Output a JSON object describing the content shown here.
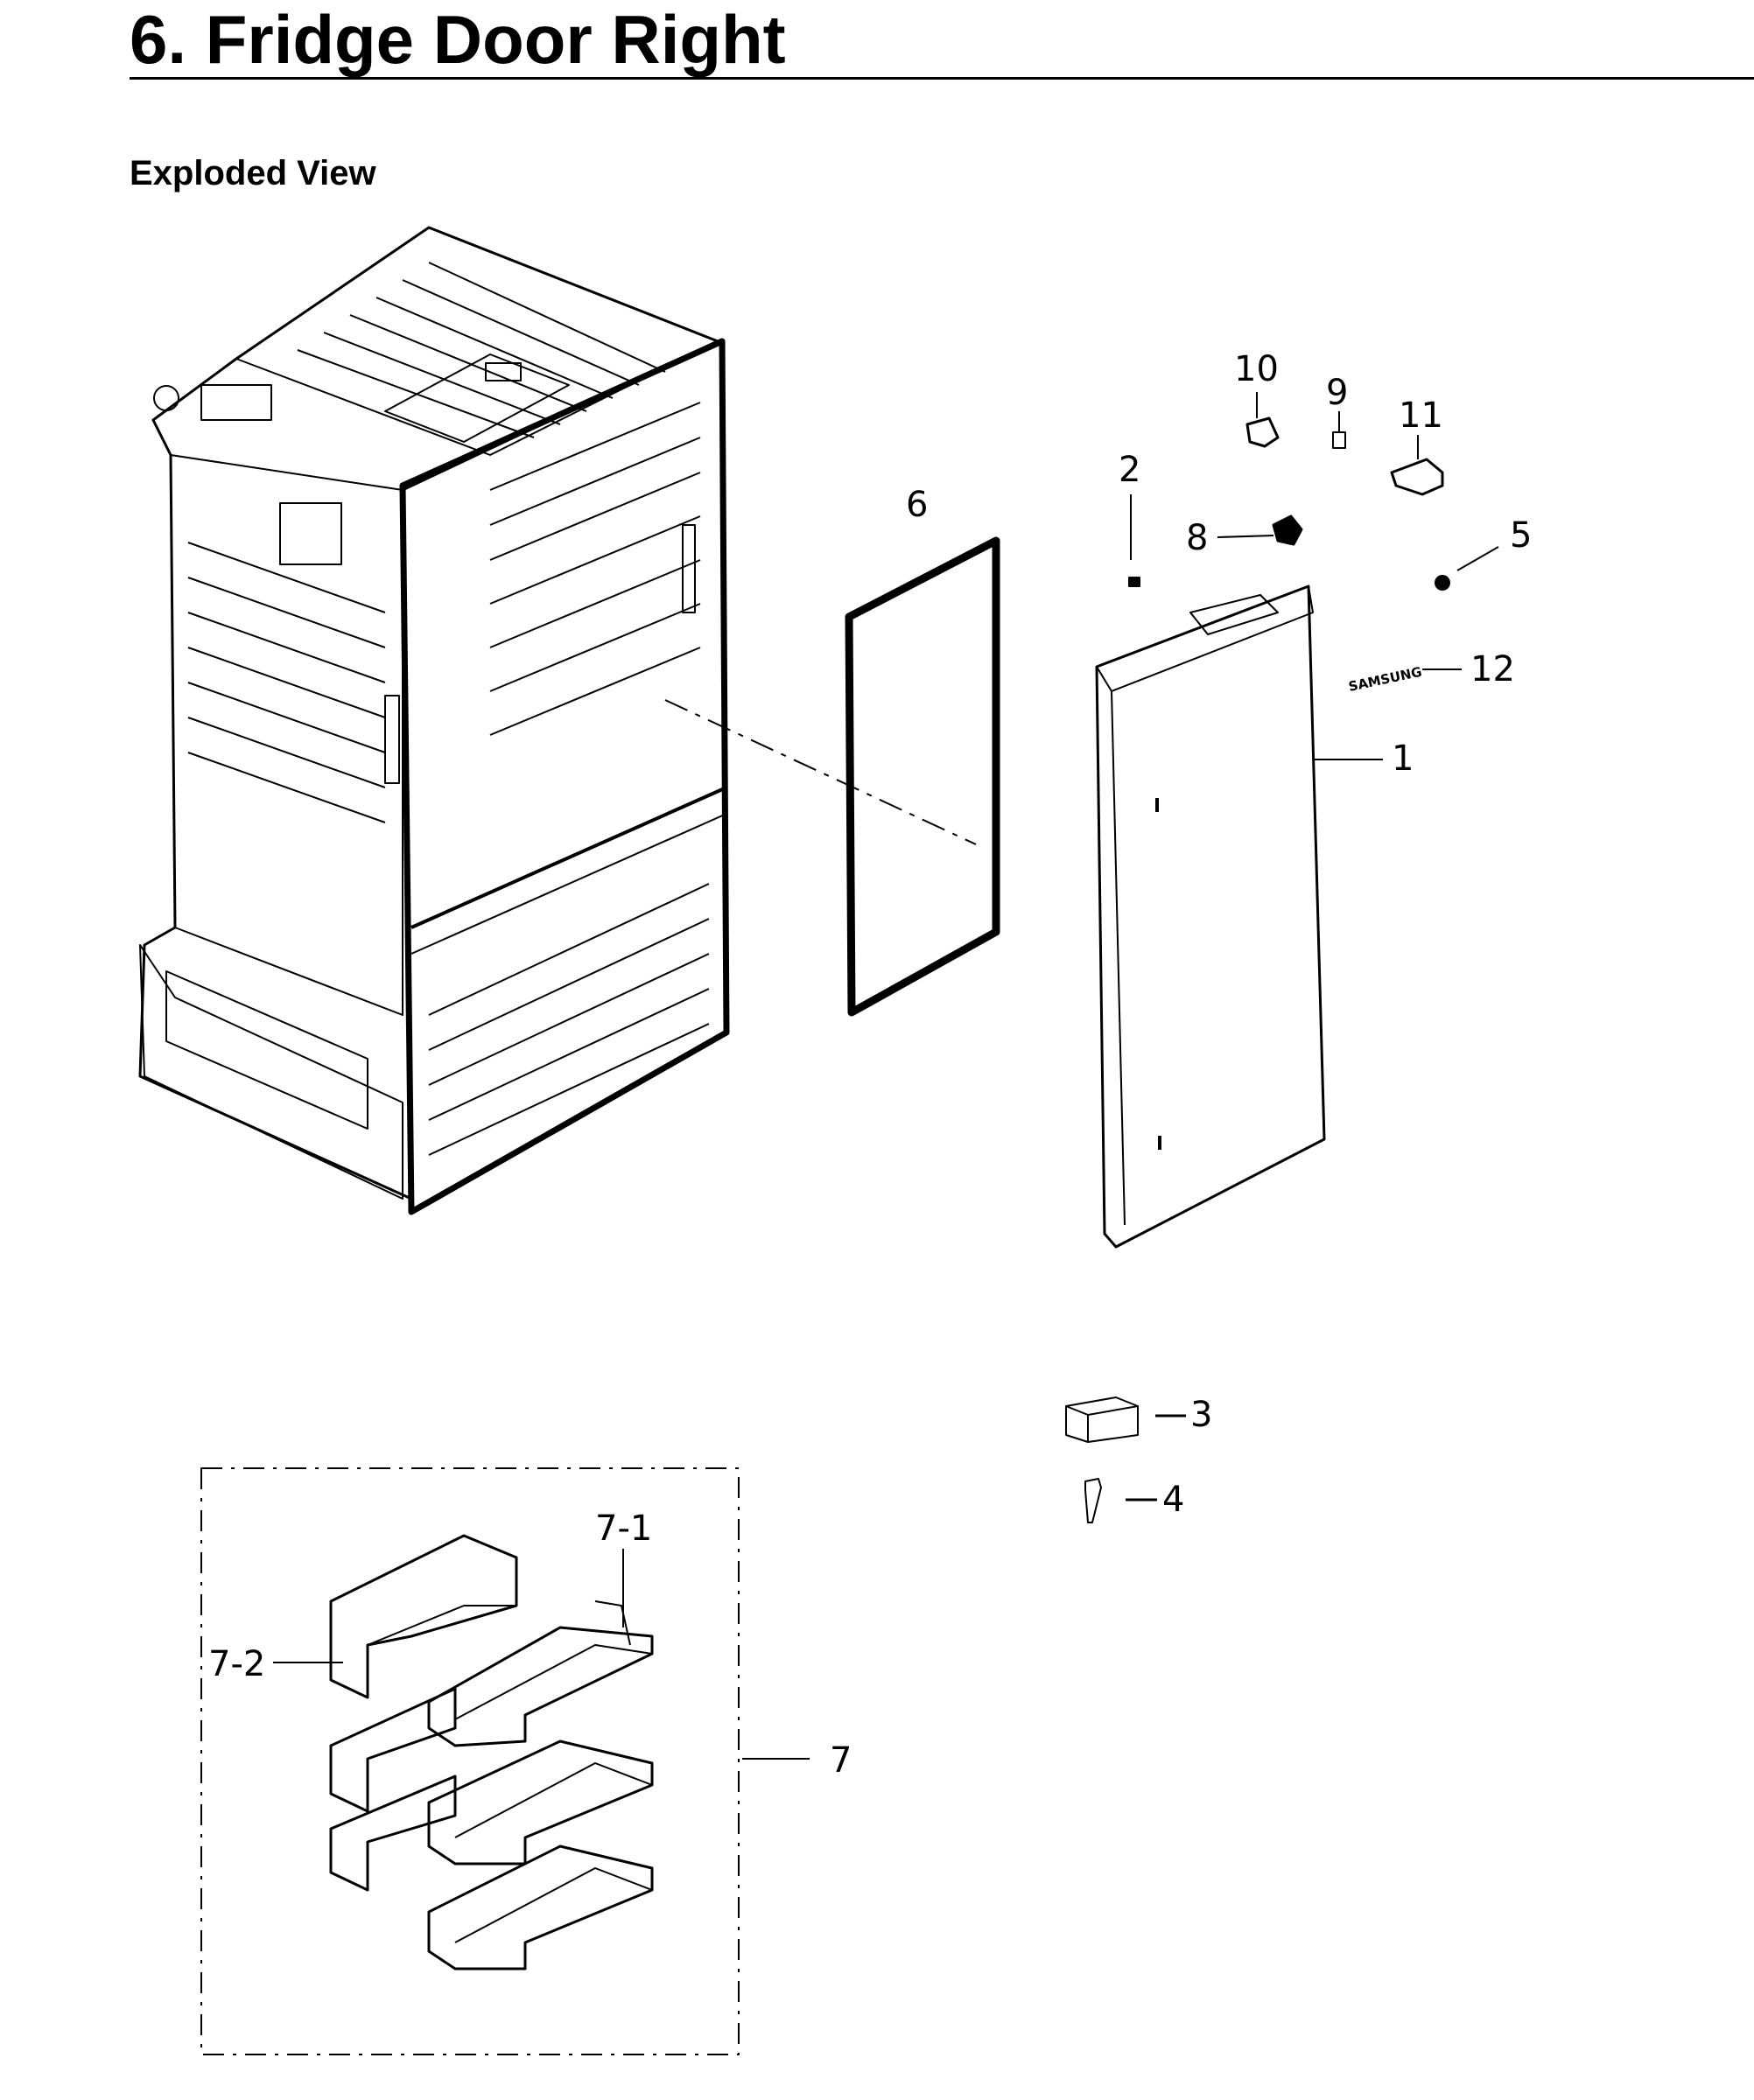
{
  "header": {
    "title": "6.  Fridge Door Right",
    "subtitle": "Exploded View"
  },
  "callouts": {
    "c1": "1",
    "c2": "2",
    "c3": "3",
    "c4": "4",
    "c5": "5",
    "c6": "6",
    "c7": "7",
    "c7_1": "7-1",
    "c7_2": "7-2",
    "c8": "8",
    "c9": "9",
    "c10": "10",
    "c11": "11",
    "c12": "12"
  },
  "door": {
    "logo_text": "SAMSUNG"
  },
  "colors": {
    "ink": "#000000",
    "paper": "#ffffff"
  }
}
